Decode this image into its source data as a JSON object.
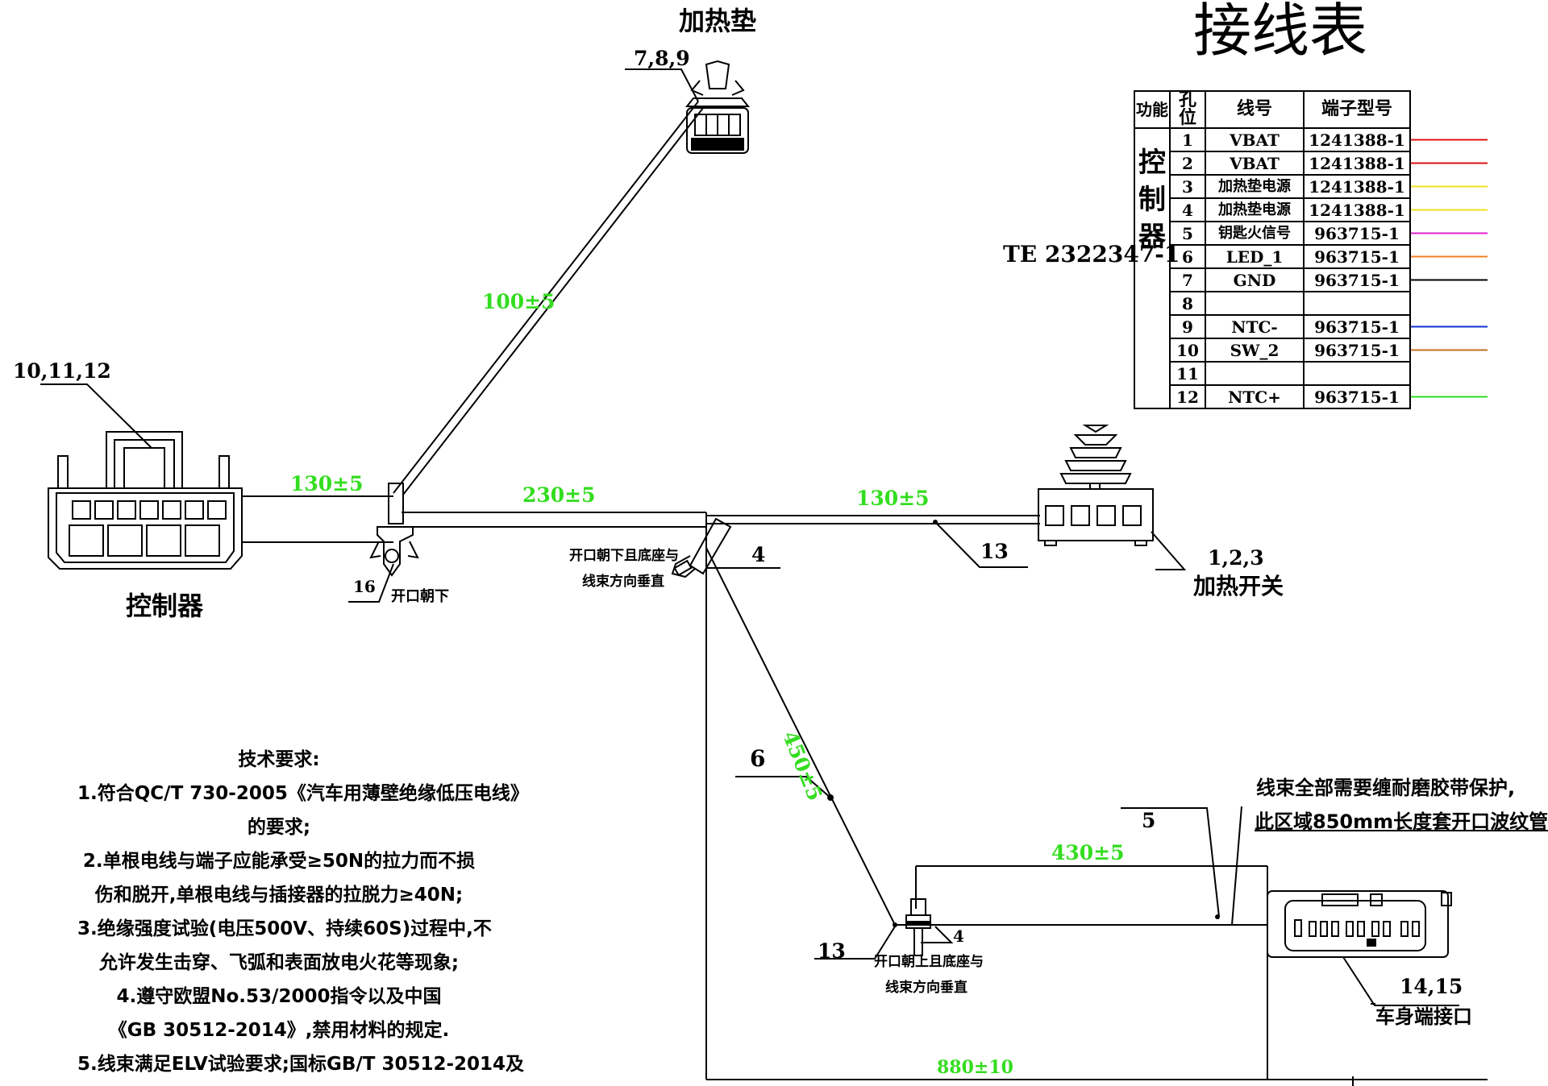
{
  "title": "接线表",
  "connector_part": "TE 2322347-1",
  "table": {
    "headers": [
      "功能",
      "孔位",
      "线号",
      "端子型号"
    ],
    "function_label": [
      "控",
      "制",
      "器"
    ],
    "rows": [
      {
        "hole": "1",
        "wire": "VBAT",
        "terminal": "1241388-1",
        "color": "#e01010"
      },
      {
        "hole": "2",
        "wire": "VBAT",
        "terminal": "1241388-1",
        "color": "#e01010"
      },
      {
        "hole": "3",
        "wire": "加热垫电源",
        "terminal": "1241388-1",
        "color": "#f0e020"
      },
      {
        "hole": "4",
        "wire": "加热垫电源",
        "terminal": "1241388-1",
        "color": "#f0e020"
      },
      {
        "hole": "5",
        "wire": "钥匙火信号",
        "terminal": "963715-1",
        "color": "#e020d0"
      },
      {
        "hole": "6",
        "wire": "LED_1",
        "terminal": "963715-1",
        "color": "#f08020"
      },
      {
        "hole": "7",
        "wire": "GND",
        "terminal": "963715-1",
        "color": "#000000"
      },
      {
        "hole": "8",
        "wire": "",
        "terminal": "",
        "color": ""
      },
      {
        "hole": "9",
        "wire": "NTC-",
        "terminal": "963715-1",
        "color": "#1030d0"
      },
      {
        "hole": "10",
        "wire": "SW_2",
        "terminal": "963715-1",
        "color": "#c07020"
      },
      {
        "hole": "11",
        "wire": "",
        "terminal": "",
        "color": ""
      },
      {
        "hole": "12",
        "wire": "NTC+",
        "terminal": "963715-1",
        "color": "#30dd20"
      }
    ]
  },
  "labels": {
    "heating_pad": "加热垫",
    "heating_pad_pins": "7,8,9",
    "controller": "控制器",
    "controller_pins": "10,11,12",
    "heating_switch": "加热开关",
    "heating_switch_pins": "1,2,3",
    "body_connector": "车身端接口",
    "body_connector_pins": "14,15",
    "clip_down": "开口朝下",
    "clip_down_num": "16",
    "clip_mid_line1": "开口朝下且底座与",
    "clip_mid_line2": "线束方向垂直",
    "clip_up_line1": "开口朝上且底座与",
    "clip_up_line2": "线束方向垂直",
    "callout_4a": "4",
    "callout_13a": "13",
    "callout_6": "6",
    "callout_5": "5",
    "callout_13b": "13",
    "callout_4b": "4",
    "protection_note_1": "线束全部需要缠耐磨胶带保护,",
    "protection_note_2": "此区域850mm长度套开口波纹管"
  },
  "dimensions": {
    "d_100": "100±5",
    "d_130a": "130±5",
    "d_230": "230±5",
    "d_130b": "130±5",
    "d_450": "450±5",
    "d_430": "430±5",
    "d_880": "880±10"
  },
  "requirements": {
    "heading": "技术要求:",
    "lines": [
      "1.符合QC/T 730-2005《汽车用薄壁绝缘低压电线》",
      "的要求;",
      "2.单根电线与端子应能承受≥50N的拉力而不损",
      "伤和脱开,单根电线与插接器的拉脱力≥40N;",
      "3.绝缘强度试验(电压500V、持续60S)过程中,不",
      "允许发生击穿、飞弧和表面放电火花等现象;",
      "4.遵守欧盟No.53/2000指令以及中国",
      "《GB 30512-2014》,禁用材料的规定.",
      "5.线束满足ELV试验要求;国标GB/T 30512-2014及"
    ]
  },
  "colors": {
    "dimension_green": "#33dd1f",
    "line": "#000000"
  }
}
